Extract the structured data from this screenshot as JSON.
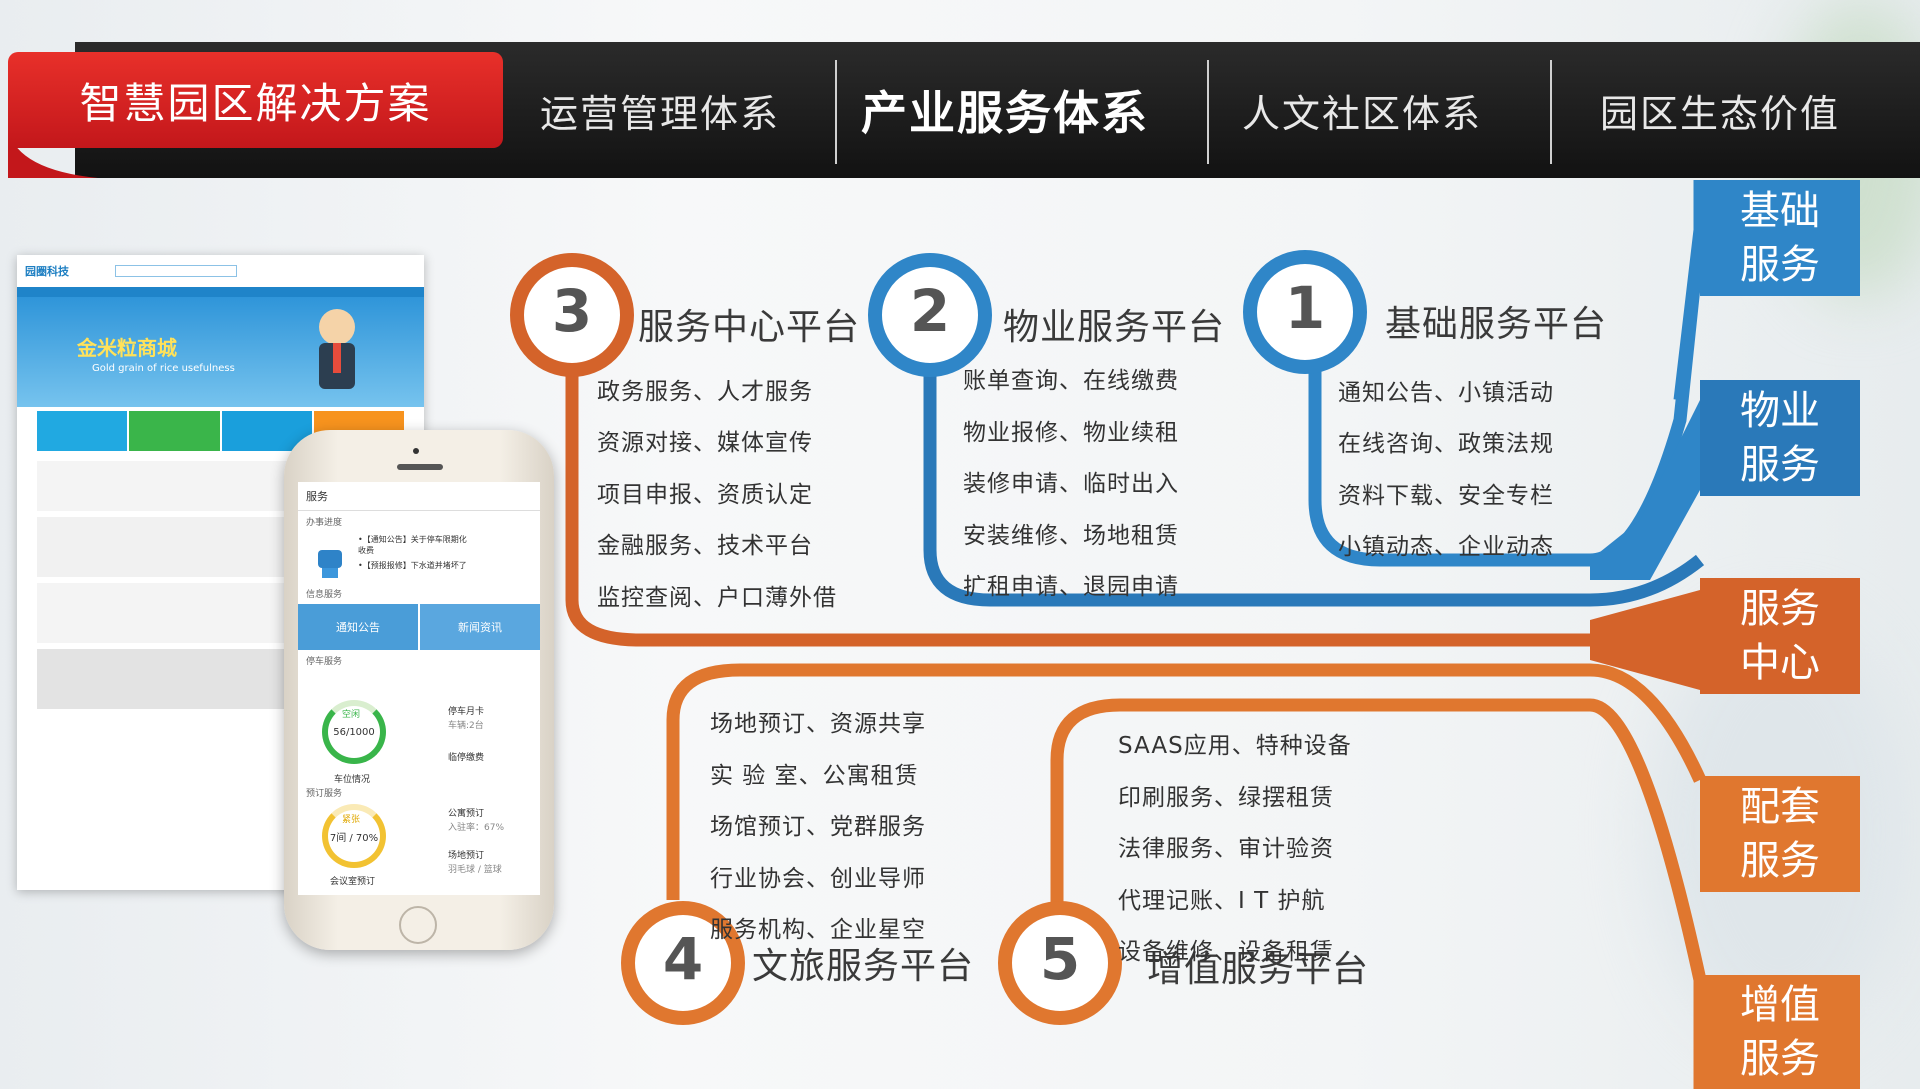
{
  "nav": {
    "active": "智慧园区解决方案",
    "items": [
      "运营管理体系",
      "产业服务体系",
      "人文社区体系",
      "园区生态价值"
    ]
  },
  "side_tabs": [
    {
      "line1": "基础",
      "line2": "服务",
      "color": "#2f86c8"
    },
    {
      "line1": "物业",
      "line2": "服务",
      "color": "#2a79b9"
    },
    {
      "line1": "服务",
      "line2": "中心",
      "color": "#d4632a"
    },
    {
      "line1": "配套",
      "line2": "服务",
      "color": "#e0772f"
    },
    {
      "line1": "增值",
      "line2": "服务",
      "color": "#e0772f"
    }
  ],
  "platforms": [
    {
      "num": "3",
      "title": "服务中心平台",
      "items": [
        "政务服务、人才服务",
        "资源对接、媒体宣传",
        "项目申报、资质认定",
        "金融服务、技术平台",
        "监控查阅、户口薄外借"
      ]
    },
    {
      "num": "2",
      "title": "物业服务平台",
      "items": [
        "账单查询、在线缴费",
        "物业报修、物业续租",
        "装修申请、临时出入",
        "安装维修、场地租赁",
        "扩租申请、退园申请"
      ]
    },
    {
      "num": "1",
      "title": "基础服务平台",
      "items": [
        "通知公告、小镇活动",
        "在线咨询、政策法规",
        "资料下载、安全专栏",
        "小镇动态、企业动态"
      ]
    },
    {
      "num": "4",
      "title": "文旅服务平台",
      "items": [
        "场地预订、资源共享",
        "实 验 室、公寓租赁",
        "场馆预订、党群服务",
        "行业协会、创业导师",
        "服务机构、企业星空"
      ]
    },
    {
      "num": "5",
      "title": "增值服务平台",
      "items": [
        "SAAS应用、特种设备",
        "印刷服务、绿摆租赁",
        "法律服务、审计验资",
        "代理记账、I T 护航",
        "设备维修、设备租赁"
      ]
    }
  ],
  "colors": {
    "orange": "#d4632a",
    "blue": "#2f86c8",
    "dark_orange": "#c8541e"
  },
  "web": {
    "logo": "园圈科技",
    "banner_title": "金米粒商城",
    "banner_sub": "Gold grain of rice usefulness"
  },
  "phone": {
    "header": "服务",
    "sec_progress": "办事进度",
    "notice1": "•【通知公告】关于停车限期化收费",
    "notice2": "•【预报报修】下水道并堵坏了",
    "sec_info": "信息服务",
    "tile1": "通知公告",
    "tile2": "新闻资讯",
    "sec_parking": "停车服务",
    "gauge1_top": "空闲",
    "gauge1_val": "56/1000",
    "gauge1_label": "车位情况",
    "park_card": "停车月卡",
    "park_card_sub": "车辆:2台",
    "park_temp": "临停缴费",
    "sec_booking": "预订服务",
    "gauge2_top": "紧张",
    "gauge2_val": "7间 / 70%",
    "gauge2_label": "会议室预订",
    "apt": "公寓预订",
    "apt_sub": "入驻率：67%",
    "venue": "场地预订",
    "venue_sub": "羽毛球 / 篮球"
  }
}
